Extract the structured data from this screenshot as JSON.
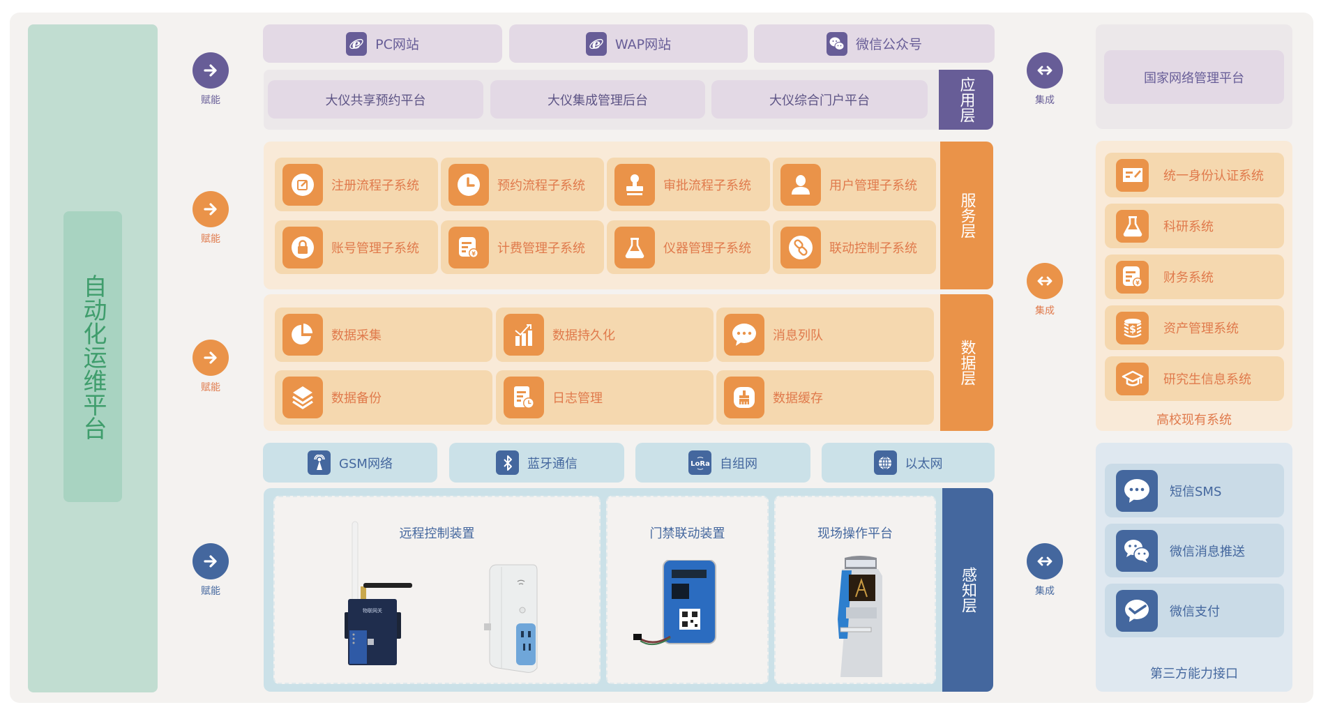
{
  "ops_platform": {
    "title": "自动化运维平台"
  },
  "left_arrows": [
    {
      "label": "赋能",
      "icon": "arrow-right-icon",
      "color": "#675d97"
    },
    {
      "label": "赋能",
      "icon": "arrow-right-icon",
      "color": "#ea9349"
    },
    {
      "label": "赋能",
      "icon": "arrow-right-icon",
      "color": "#ea9349"
    },
    {
      "label": "赋能",
      "icon": "arrow-right-icon",
      "color": "#44679e"
    }
  ],
  "right_arrows": [
    {
      "label": "集成",
      "icon": "double-arrow-icon",
      "color": "#675d97"
    },
    {
      "label": "集成",
      "icon": "double-arrow-icon",
      "color": "#ea9349"
    },
    {
      "label": "集成",
      "icon": "double-arrow-icon",
      "color": "#44679e"
    }
  ],
  "app_layer": {
    "label": "应用层",
    "color": "#675d97",
    "channels": [
      {
        "label": "PC网站",
        "icon": "ie-browser-icon"
      },
      {
        "label": "WAP网站",
        "icon": "ie-browser-icon"
      },
      {
        "label": "微信公众号",
        "icon": "wechat-icon"
      }
    ],
    "platforms": [
      {
        "label": "大仪共享预约平台"
      },
      {
        "label": "大仪集成管理后台"
      },
      {
        "label": "大仪综合门户平台"
      }
    ]
  },
  "service_layer": {
    "label": "服务层",
    "color": "#ea9349",
    "items": [
      {
        "label": "注册流程子系统",
        "icon": "edit-icon"
      },
      {
        "label": "预约流程子系统",
        "icon": "clock-icon"
      },
      {
        "label": "审批流程子系统",
        "icon": "stamp-icon"
      },
      {
        "label": "用户管理子系统",
        "icon": "user-icon"
      },
      {
        "label": "账号管理子系统",
        "icon": "lock-icon"
      },
      {
        "label": "计费管理子系统",
        "icon": "bill-icon"
      },
      {
        "label": "仪器管理子系统",
        "icon": "flask-icon"
      },
      {
        "label": "联动控制子系统",
        "icon": "link-icon"
      }
    ]
  },
  "data_layer": {
    "label": "数据层",
    "color": "#ea9349",
    "items": [
      {
        "label": "数据采集",
        "icon": "pie-chart-icon"
      },
      {
        "label": "数据持久化",
        "icon": "bar-chart-icon"
      },
      {
        "label": "消息列队",
        "icon": "chat-bubble-icon"
      },
      {
        "label": "数据备份",
        "icon": "layers-icon"
      },
      {
        "label": "日志管理",
        "icon": "log-clock-icon"
      },
      {
        "label": "数据缓存",
        "icon": "brush-icon"
      }
    ]
  },
  "network_row": [
    {
      "label": "GSM网络",
      "icon": "antenna-icon"
    },
    {
      "label": "蓝牙通信",
      "icon": "bluetooth-icon"
    },
    {
      "label": "自组网",
      "icon": "lora-icon"
    },
    {
      "label": "以太网",
      "icon": "globe-icon"
    }
  ],
  "sensing_layer": {
    "label": "感知层",
    "color": "#44679e",
    "devices": [
      {
        "title": "远程控制装置",
        "images": [
          "iot-gateway-image",
          "smart-socket-image"
        ]
      },
      {
        "title": "门禁联动装置",
        "images": [
          "access-control-image"
        ]
      },
      {
        "title": "现场操作平台",
        "images": [
          "kiosk-terminal-image"
        ]
      }
    ]
  },
  "right_column": {
    "national": {
      "label": "国家网络管理平台"
    },
    "campus_systems": {
      "footer": "高校现有系统",
      "items": [
        {
          "label": "统一身份认证系统",
          "icon": "id-card-icon"
        },
        {
          "label": "科研系统",
          "icon": "flask-icon"
        },
        {
          "label": "财务系统",
          "icon": "bill-icon"
        },
        {
          "label": "资产管理系统",
          "icon": "coins-icon"
        },
        {
          "label": "研究生信息系统",
          "icon": "graduation-cap-icon"
        }
      ]
    },
    "third_party": {
      "footer": "第三方能力接口",
      "items": [
        {
          "label": "短信SMS",
          "icon": "sms-bubble-icon"
        },
        {
          "label": "微信消息推送",
          "icon": "wechat-icon"
        },
        {
          "label": "微信支付",
          "icon": "wechat-pay-icon"
        }
      ]
    }
  }
}
